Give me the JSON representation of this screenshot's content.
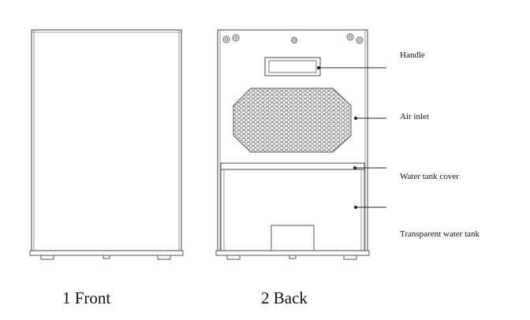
{
  "front": {
    "caption": "1 Front"
  },
  "back": {
    "caption": "2 Back"
  },
  "callouts": {
    "handle": "Handle",
    "air_inlet": "Air inlet",
    "water_tank_cover": "Water tank cover",
    "transparent_water_tank": "Transparent water tank"
  }
}
